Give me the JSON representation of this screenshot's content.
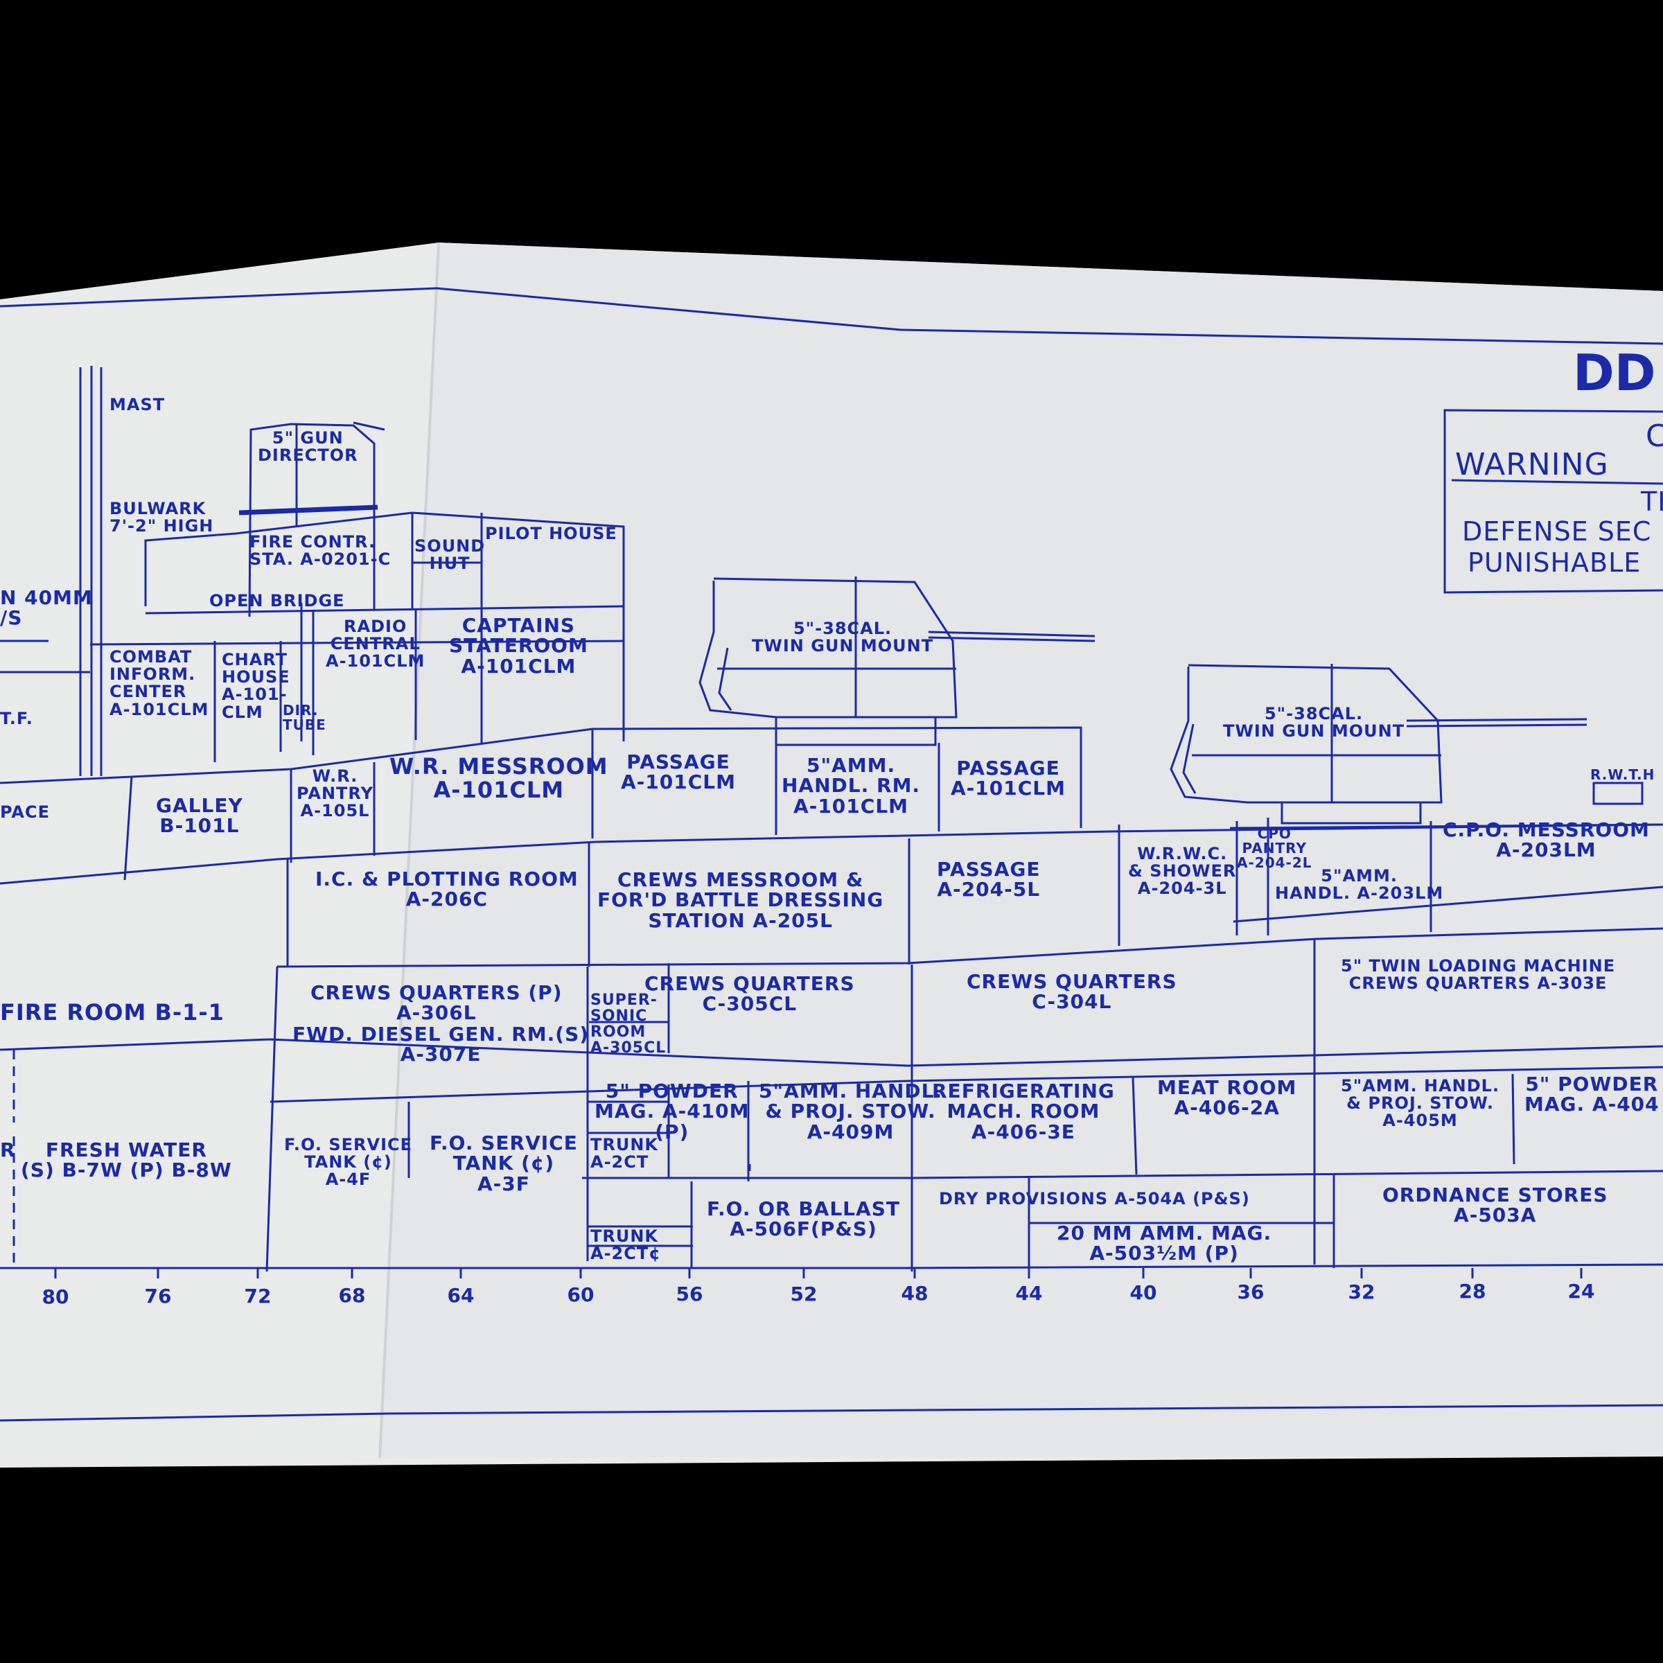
{
  "title": "DD",
  "warning": {
    "heading": "WARNING",
    "fragment_1": "C",
    "fragment_2": "TH",
    "line_1": "DEFENSE SEC",
    "line_2": "PUNISHABLE"
  },
  "frame_numbers": [
    "80",
    "76",
    "72",
    "68",
    "64",
    "60",
    "56",
    "52",
    "48",
    "44",
    "40",
    "36",
    "32",
    "28",
    "24"
  ],
  "labels": {
    "mast": "MAST",
    "gun_director": [
      "5\" GUN",
      "DIRECTOR"
    ],
    "bulwark": [
      "BULWARK",
      "7'-2\" HIGH"
    ],
    "fire_control": [
      "FIRE CONTR.",
      "STA. A-0201-C"
    ],
    "sound_hut": [
      "SOUND",
      "HUT"
    ],
    "pilot_house": "PILOT HOUSE",
    "open_bridge": "OPEN BRIDGE",
    "n40mm": [
      "N 40MM",
      "/S"
    ],
    "tf": "T.F.",
    "combat_info": [
      "COMBAT",
      "INFORM.",
      "CENTER",
      "A-101CLM"
    ],
    "chart_house": [
      "CHART",
      "HOUSE",
      "A-101-",
      "CLM"
    ],
    "dir_tube": [
      "DIR.",
      "TUBE"
    ],
    "radio_central": [
      "RADIO",
      "CENTRAL",
      "A-101CLM"
    ],
    "captains_stateroom": [
      "CAPTAINS",
      "STATEROOM",
      "A-101CLM"
    ],
    "gun_mount_1": [
      "5\"-38CAL.",
      "TWIN GUN MOUNT"
    ],
    "gun_mount_2": [
      "5\"-38CAL.",
      "TWIN GUN MOUNT"
    ],
    "rwth": "R.W.T.H",
    "space": "PACE",
    "galley": [
      "GALLEY",
      "B-101L"
    ],
    "wr_pantry": [
      "W.R.",
      "PANTRY",
      "A-105L"
    ],
    "wr_messroom": [
      "W.R. MESSROOM",
      "A-101CLM"
    ],
    "passage_1": [
      "PASSAGE",
      "A-101CLM"
    ],
    "amm_handl_1": [
      "5\"AMM.",
      "HANDL. RM.",
      "A-101CLM"
    ],
    "passage_2": [
      "PASSAGE",
      "A-101CLM"
    ],
    "ic_plotting": [
      "I.C. & PLOTTING ROOM",
      "A-206C"
    ],
    "crews_messroom": [
      "CREWS MESSROOM &",
      "FOR'D BATTLE DRESSING",
      "STATION A-205L"
    ],
    "passage_3": [
      "PASSAGE",
      "A-204-5L"
    ],
    "wrwc": [
      "W.R.W.C.",
      "& SHOWER",
      "A-204-3L"
    ],
    "cpo_pantry": [
      "CPO",
      "PANTRY",
      "A-204-2L"
    ],
    "amm_handl_2": [
      "5\"AMM.",
      "HANDL. A-203LM"
    ],
    "cpo_messroom": [
      "C.P.O. MESSROOM",
      "A-203LM"
    ],
    "fire_room": "FIRE ROOM B-1-1",
    "crews_qtrs_p": [
      "CREWS QUARTERS (P)",
      "A-306L"
    ],
    "fwd_diesel": [
      "FWD. DIESEL GEN. RM.(S)",
      "A-307E"
    ],
    "supersonic": [
      "SUPER-",
      "SONIC",
      "ROOM",
      "A-305CL"
    ],
    "crews_qtrs_1": [
      "CREWS QUARTERS",
      "C-305CL"
    ],
    "crews_qtrs_2": [
      "CREWS QUARTERS",
      "C-304L"
    ],
    "twin_loading": [
      "5\" TWIN LOADING MACHINE",
      "CREWS QUARTERS A-303E"
    ],
    "fresh_water": [
      "FRESH WATER",
      "(S) B-7W (P) B-8W"
    ],
    "fo_service_1": [
      "F.O. SERVICE",
      "TANK (¢)",
      "A-4F"
    ],
    "fo_service_2": [
      "F.O. SERVICE",
      "TANK (¢)",
      "A-3F"
    ],
    "powder_mag_1": [
      "5\" POWDER",
      "MAG. A-410M",
      "(P)"
    ],
    "trunk_1": [
      "TRUNK",
      "A-2CT"
    ],
    "amm_handl_3": [
      "5\"AMM. HANDL.",
      "& PROJ. STOW.",
      "A-409M"
    ],
    "refrig": [
      "REFRIGERATING",
      "MACH. ROOM",
      "A-406-3E"
    ],
    "meat_room": [
      "MEAT ROOM",
      "A-406-2A"
    ],
    "amm_handl_4": [
      "5\"AMM. HANDL.",
      "& PROJ. STOW.",
      "A-405M"
    ],
    "powder_mag_2": [
      "5\" POWDER",
      "MAG. A-404"
    ],
    "fo_ballast": [
      "F.O. OR BALLAST",
      "A-506F(P&S)"
    ],
    "trunk_2": [
      "TRUNK",
      "A-2CT¢"
    ],
    "dry_provisions": "DRY PROVISIONS A-504A (P&S)",
    "amm_mag_20mm": [
      "20 MM AMM. MAG.",
      "A-503½M (P)"
    ],
    "ordnance": [
      "ORDNANCE STORES",
      "A-503A"
    ],
    "edge_r": "R"
  },
  "colors": {
    "ink": "#1a2aa8",
    "paper": "#e9ebeb",
    "background": "#000000"
  }
}
